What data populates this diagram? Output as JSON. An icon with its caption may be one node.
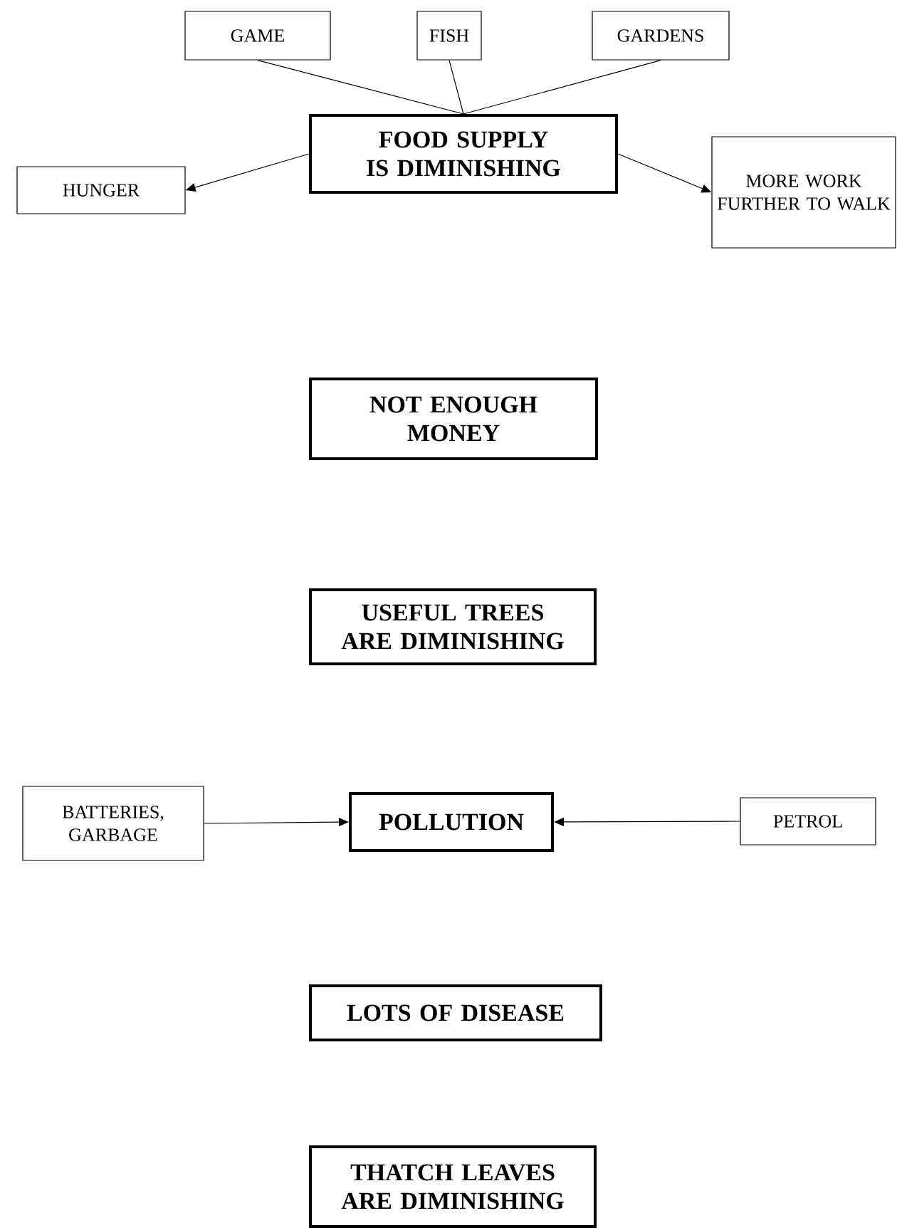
{
  "diagram": {
    "nodes": [
      {
        "text": [
          "GAME"
        ]
      },
      {
        "text": [
          "FISH"
        ]
      },
      {
        "text": [
          "GARDENS"
        ]
      },
      {
        "text": [
          "FOOD SUPPLY IS DIMINISHING"
        ]
      },
      {
        "text": [
          "HUNGER"
        ]
      },
      {
        "text": [
          "MORE WORK FURTHER TO WALK"
        ]
      },
      {
        "text": [
          "NOT ENOUGH MONEY"
        ]
      },
      {
        "text": [
          "USEFUL TREES ARE DIMINISHING"
        ]
      },
      {
        "text": [
          "BATTERIES, GARBAGE"
        ]
      },
      {
        "text": [
          "POLLUTION"
        ]
      },
      {
        "text": [
          "PETROL"
        ]
      },
      {
        "text": [
          "LOTS OF DISEASE"
        ]
      },
      {
        "text": [
          "THATCH LEAVES ARE DIMINISHING"
        ]
      }
    ],
    "edges": [
      {
        "from": 0,
        "to": 3,
        "arrow": "none"
      },
      {
        "from": 1,
        "to": 3,
        "arrow": "none"
      },
      {
        "from": 2,
        "to": 3,
        "arrow": "none"
      },
      {
        "from": 3,
        "to": 4,
        "arrow": "to"
      },
      {
        "from": 3,
        "to": 5,
        "arrow": "to"
      },
      {
        "from": 8,
        "to": 9,
        "arrow": "to"
      },
      {
        "from": 10,
        "to": 9,
        "arrow": "to"
      }
    ]
  }
}
